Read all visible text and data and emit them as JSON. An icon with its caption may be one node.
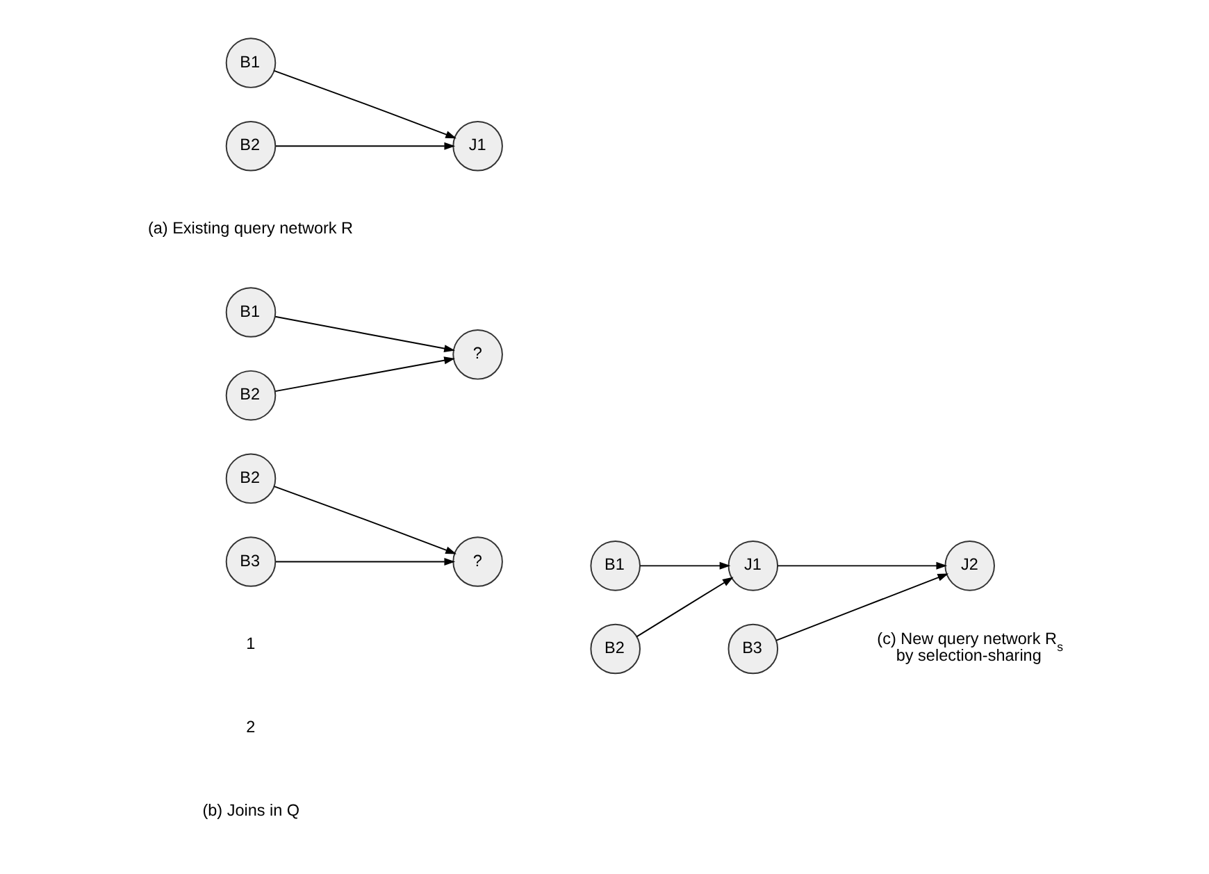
{
  "diagram": {
    "nodes": [
      {
        "text": [
          "B1"
        ]
      },
      {
        "text": [
          "B2"
        ]
      },
      {
        "text": [
          "J1"
        ]
      },
      {
        "text": [
          "B1"
        ]
      },
      {
        "text": [
          "B2"
        ]
      },
      {
        "text": [
          "?"
        ]
      },
      {
        "text": [
          "B2"
        ]
      },
      {
        "text": [
          "B3"
        ]
      },
      {
        "text": [
          "?"
        ]
      },
      {
        "text": [
          "B1"
        ]
      },
      {
        "text": [
          "B2"
        ]
      },
      {
        "text": [
          "J1"
        ]
      },
      {
        "text": [
          "J2"
        ]
      },
      {
        "text": [
          "B3"
        ]
      }
    ],
    "edges": [
      {
        "from": 0,
        "to": 2,
        "arrow": "to"
      },
      {
        "from": 1,
        "to": 2,
        "arrow": "to"
      },
      {
        "from": 3,
        "to": 5,
        "arrow": "to"
      },
      {
        "from": 4,
        "to": 5,
        "arrow": "to"
      },
      {
        "from": 6,
        "to": 8,
        "arrow": "to"
      },
      {
        "from": 7,
        "to": 8,
        "arrow": "to"
      },
      {
        "from": 9,
        "to": 11,
        "arrow": "to"
      },
      {
        "from": 10,
        "to": 11,
        "arrow": "to"
      },
      {
        "from": 11,
        "to": 12,
        "arrow": "to"
      },
      {
        "from": 13,
        "to": 12,
        "arrow": "to"
      }
    ],
    "labels": [
      "(a) Existing query network R",
      "1",
      "2",
      "(b) Joins in Q",
      "(c) New query network R$_{s}$ by selection-sharing"
    ]
  }
}
